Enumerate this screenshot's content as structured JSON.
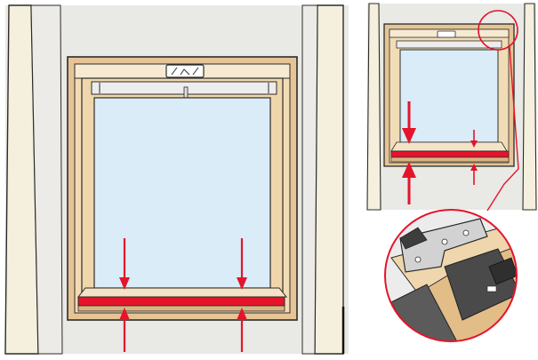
{
  "figure": {
    "panels": [
      {
        "id": "main-window",
        "description_visible_text": ""
      },
      {
        "id": "small-window",
        "description_visible_text": ""
      },
      {
        "id": "detail-zoom",
        "description_visible_text": ""
      }
    ],
    "colors": {
      "wall": "#e6e6e3",
      "trim": "#f3efdc",
      "frame_wood": "#e9c99b",
      "frame_wood_dark": "#c9a06a",
      "glass": "#d9ecf8",
      "seal_red": "#e5142a",
      "arrow_red": "#e5142a",
      "outline": "#2b2b2b",
      "metal_grey": "#8a8a8a"
    },
    "icons": [
      "handle-icon",
      "arrow-down-icon",
      "arrow-up-icon",
      "magnifier-circle-icon"
    ]
  }
}
